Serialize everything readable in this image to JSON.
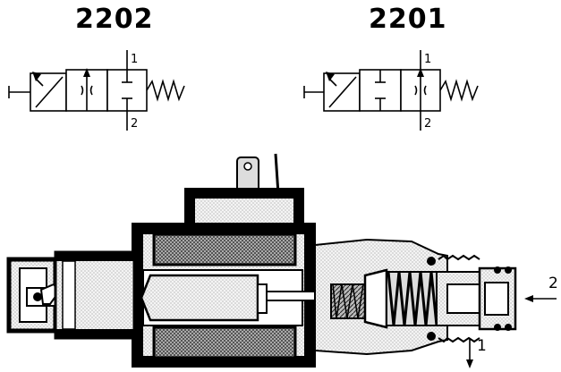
{
  "models": {
    "left": "2202",
    "right": "2201"
  },
  "symbol_ports": {
    "left_top": "1",
    "left_bottom": "2",
    "right_top": "1",
    "right_bottom": "2"
  },
  "section_ports": {
    "inlet": "2",
    "outlet": "1"
  }
}
